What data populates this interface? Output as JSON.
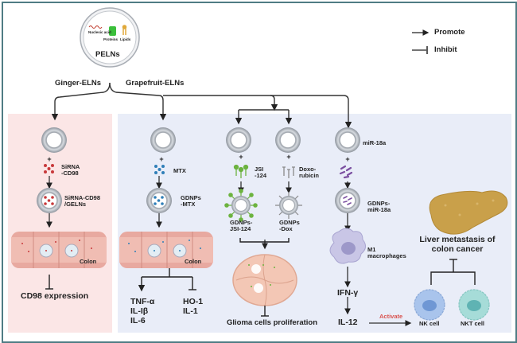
{
  "source": {
    "title": "PELNs",
    "contents": [
      "Nuclesic acid",
      "Proteins",
      "Lipids"
    ]
  },
  "legend": {
    "promote": "Promote",
    "inhibit": "Inhibit"
  },
  "branches": {
    "ginger": "Ginger-ELNs",
    "grapefruit": "Grapefruit-ELNs"
  },
  "pathway_ginger": {
    "cargo": "SiRNA\n-CD98",
    "cargo_line1": "SiRNA",
    "cargo_line2": "-CD98",
    "loaded_line1": "SiRNA-CD98",
    "loaded_line2": "/GELNs",
    "tissue": "Colon",
    "outcome": "CD98 expression"
  },
  "pathway_mtx": {
    "cargo": "MTX",
    "loaded_line1": "GDNPs",
    "loaded_line2": "-MTX",
    "tissue": "Colon",
    "promoted": [
      "TNF-α",
      "IL-Iβ",
      "IL-6"
    ],
    "inhibited": [
      "HO-1",
      "IL-1"
    ]
  },
  "pathway_glioma": {
    "cargo_a_line1": "JSI",
    "cargo_a_line2": "-124",
    "cargo_b_line1": "Doxo-",
    "cargo_b_line2": "rubicin",
    "loaded_a_line1": "GDNPs-",
    "loaded_a_line2": "JSI-124",
    "loaded_b_line1": "GDNPs",
    "loaded_b_line2": "-Dox",
    "outcome": "Glioma cells proliferation"
  },
  "pathway_mir": {
    "cargo": "miR-18a",
    "loaded_line1": "GDNPs-",
    "loaded_line2": "miR-18a",
    "cell_line1": "M1",
    "cell_line2": "macrophages",
    "cytokine1": "IFN-γ",
    "cytokine2": "IL-12",
    "activate": "Activate",
    "target_line1": "Liver metastasis of",
    "target_line2": "colon cancer",
    "nk": "NK cell",
    "nkt": "NKT cell"
  },
  "colors": {
    "frame": "#4f7c84",
    "ginger_panel": "#fbe6e6",
    "grapefruit_panel": "#e9edf8",
    "sirna": "#c8393b",
    "mtx": "#2f7fb8",
    "jsi": "#6cb33f",
    "dox": "#8a8a8a",
    "mir": "#7b4fa0",
    "liver": "#c9a04a",
    "nk_cell": "#a9c4ec",
    "nkt_cell": "#a6dcd8",
    "activate": "#d9534f"
  }
}
